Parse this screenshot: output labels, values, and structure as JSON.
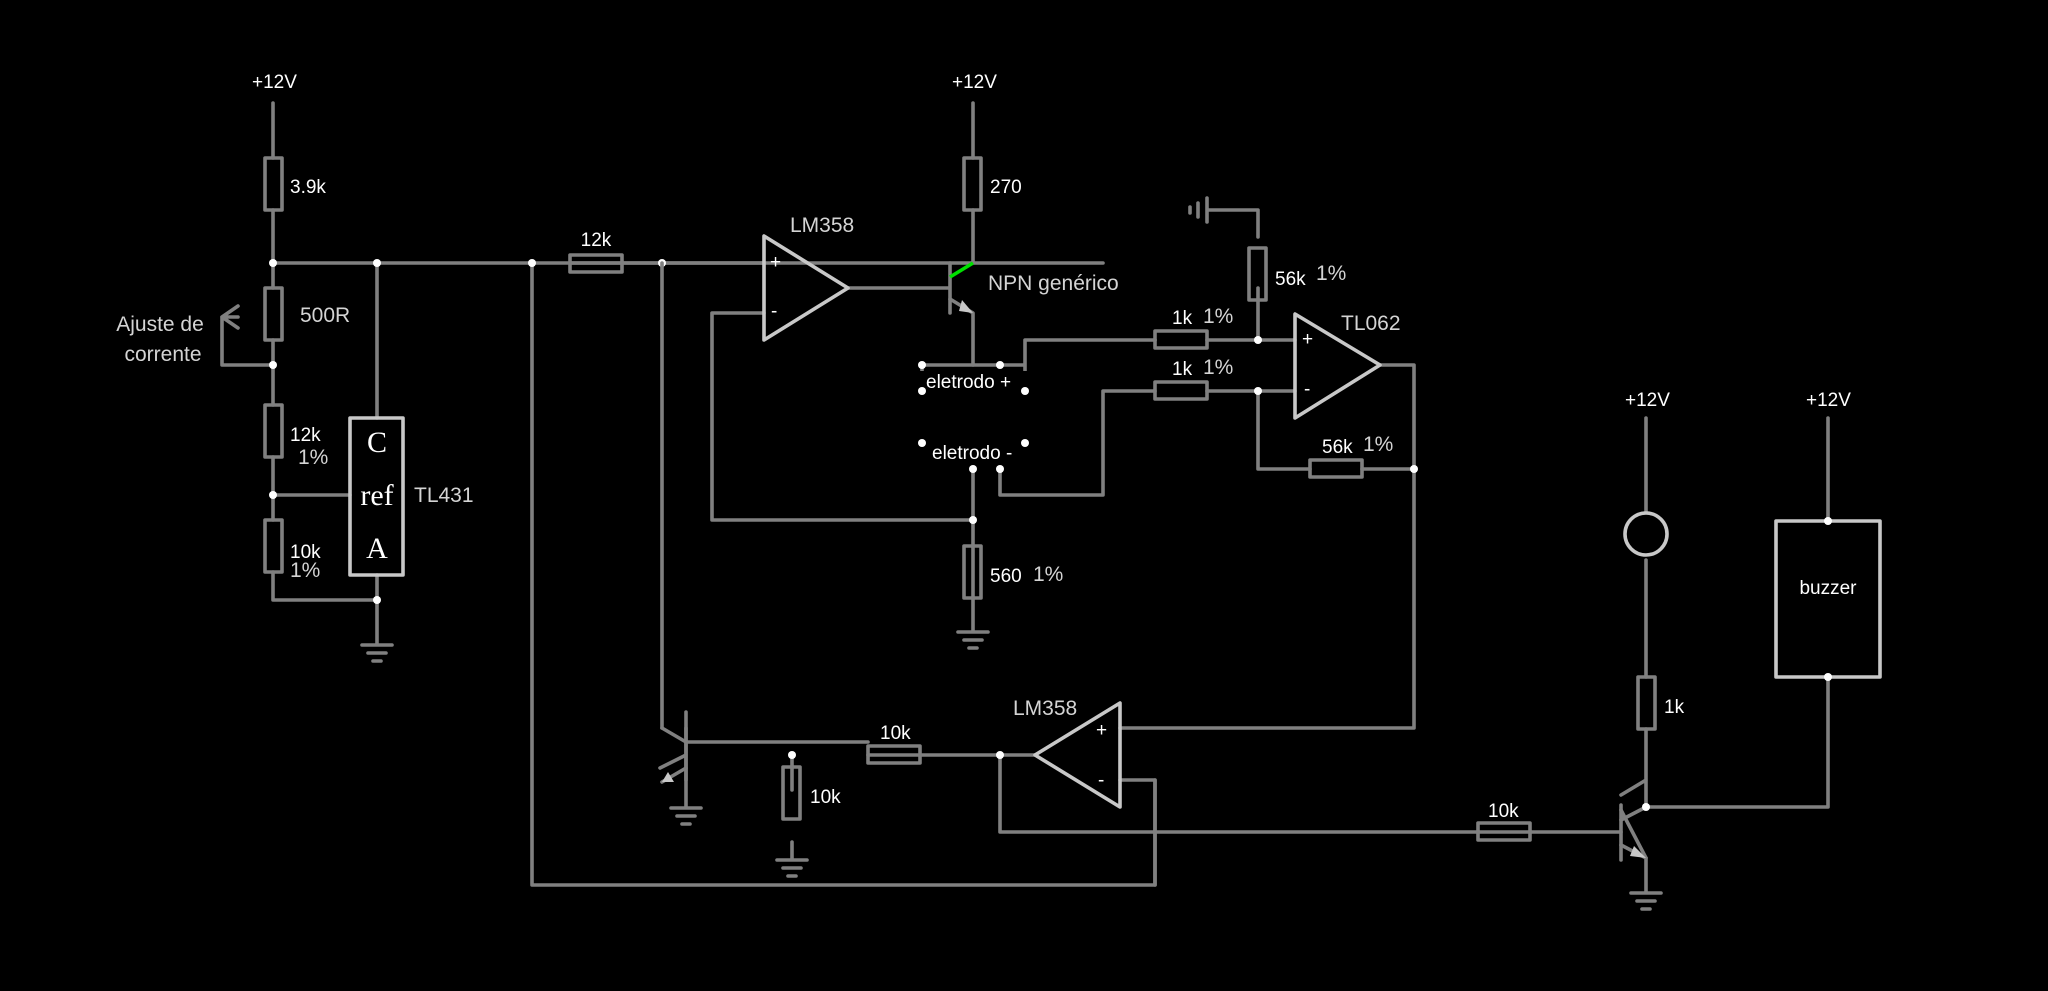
{
  "supplies": {
    "vcc_a": "+12V",
    "vcc_b": "+12V",
    "vcc_c": "+12V",
    "vcc_d": "+12V"
  },
  "resistors": {
    "r_3k9": "3.9k",
    "pot": "500R",
    "pot_name": "Ajuste de\ncorrente",
    "r_12k_div": "12k",
    "r_12k_div_tol": "1%",
    "r_10k_div": "10k",
    "r_10k_div_tol": "1%",
    "r_12k_in": "12k",
    "r_270": "270",
    "r_56k_top": "56k",
    "r_56k_top_tol": "1%",
    "r_1k_a": "1k",
    "r_1k_a_tol": "1%",
    "r_1k_b": "1k",
    "r_1k_b_tol": "1%",
    "r_56k_fb": "56k",
    "r_56k_fb_tol": "1%",
    "r_560": "560",
    "r_560_tol": "1%",
    "r_10k_base": "10k",
    "r_10k_shunt": "10k",
    "r_1k_led": "1k",
    "r_10k_drv": "10k"
  },
  "ics": {
    "lm358_top": "LM358",
    "lm358_bottom": "LM358",
    "tl062": "TL062",
    "tl431": "TL431",
    "tl431_pin_c": "C",
    "tl431_pin_ref": "ref",
    "tl431_pin_a": "A"
  },
  "opamp_pins": {
    "plus": "+",
    "minus": "-"
  },
  "transistor_npn": "NPN genérico",
  "electrodes": {
    "plus": "eletrodo +",
    "minus": "eletrodo -"
  },
  "buzzer": "buzzer"
}
